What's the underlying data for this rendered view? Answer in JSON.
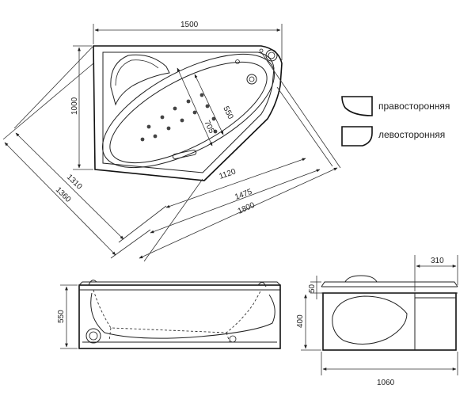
{
  "dimensions": {
    "top_width": "1500",
    "top_height": "1000",
    "inner_550": "550",
    "inner_705": "705",
    "diag_1120": "1120",
    "diag_1475": "1475",
    "diag_1800": "1800",
    "side_1310": "1310",
    "side_1360": "1360",
    "front_height": "550",
    "end_50": "50",
    "end_400": "400",
    "end_310": "310",
    "end_1060": "1060"
  },
  "legend": {
    "right_label": "правосторонняя",
    "left_label": "левосторонняя"
  }
}
